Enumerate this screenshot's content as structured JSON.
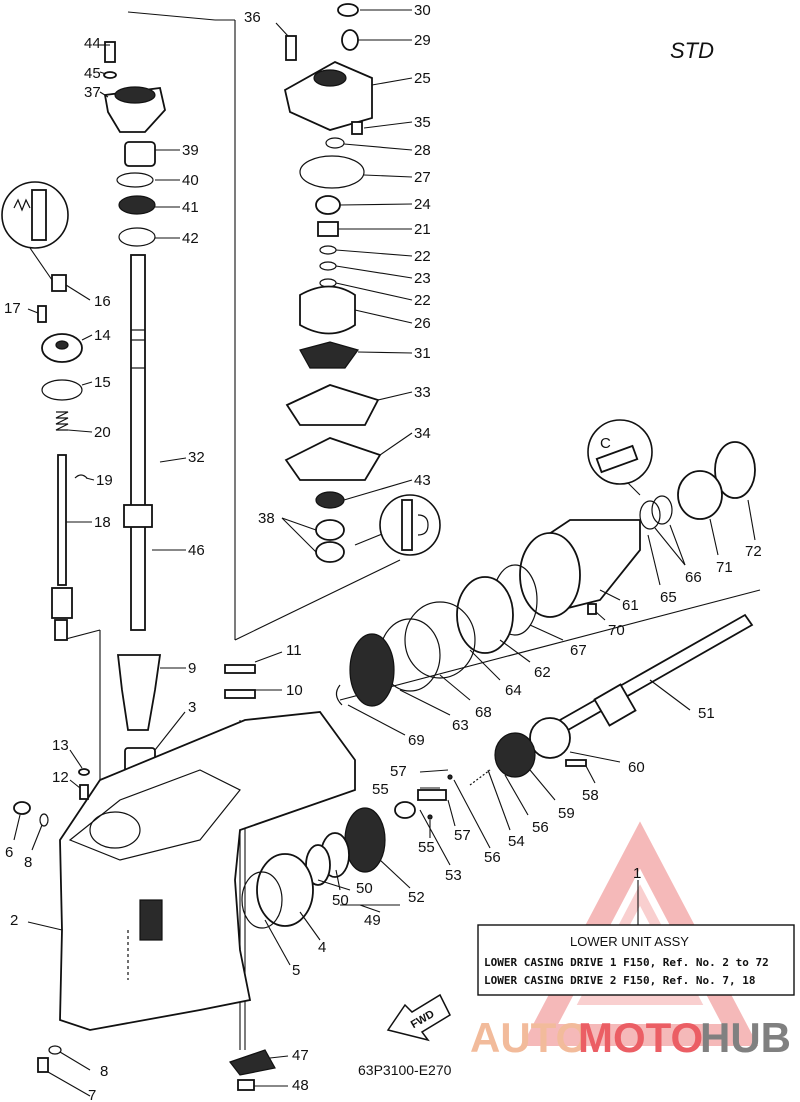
{
  "variant_label": "STD",
  "drawing_code": "63P3100-E270",
  "fwd_label": "FWD",
  "callouts": [
    "44",
    "45",
    "37",
    "39",
    "40",
    "41",
    "42",
    "16",
    "17",
    "14",
    "15",
    "20",
    "19",
    "18",
    "36",
    "30",
    "29",
    "25",
    "35",
    "28",
    "27",
    "24",
    "21",
    "22",
    "23",
    "22",
    "26",
    "31",
    "33",
    "34",
    "43",
    "38",
    "32",
    "46",
    "11",
    "10",
    "9",
    "3",
    "13",
    "12",
    "6",
    "8",
    "2",
    "7",
    "8",
    "47",
    "48",
    "72",
    "66",
    "71",
    "65",
    "61",
    "70",
    "67",
    "62",
    "64",
    "68",
    "63",
    "69",
    "51",
    "60",
    "57",
    "55",
    "58",
    "59",
    "56",
    "54",
    "56",
    "57",
    "55",
    "53",
    "52",
    "50",
    "50",
    "49",
    "4",
    "5",
    "1"
  ],
  "note_box": {
    "title": "LOWER UNIT ASSY",
    "line1": "LOWER CASING DRIVE 1 F150, Ref. No. 2 to 72",
    "line2": "LOWER CASING DRIVE 2 F150, Ref. No. 7, 18"
  },
  "watermark": {
    "part1": "AUTO",
    "part2": "MOTO",
    "part3": "HUB",
    "colors": {
      "auto": "#f0b08a",
      "moto": "#e8424a",
      "hub": "#6a6a6a"
    }
  },
  "icons": [
    "grease-m-icon",
    "grease-c-icon",
    "sealant-u-icon",
    "fwd-arrow-icon"
  ]
}
